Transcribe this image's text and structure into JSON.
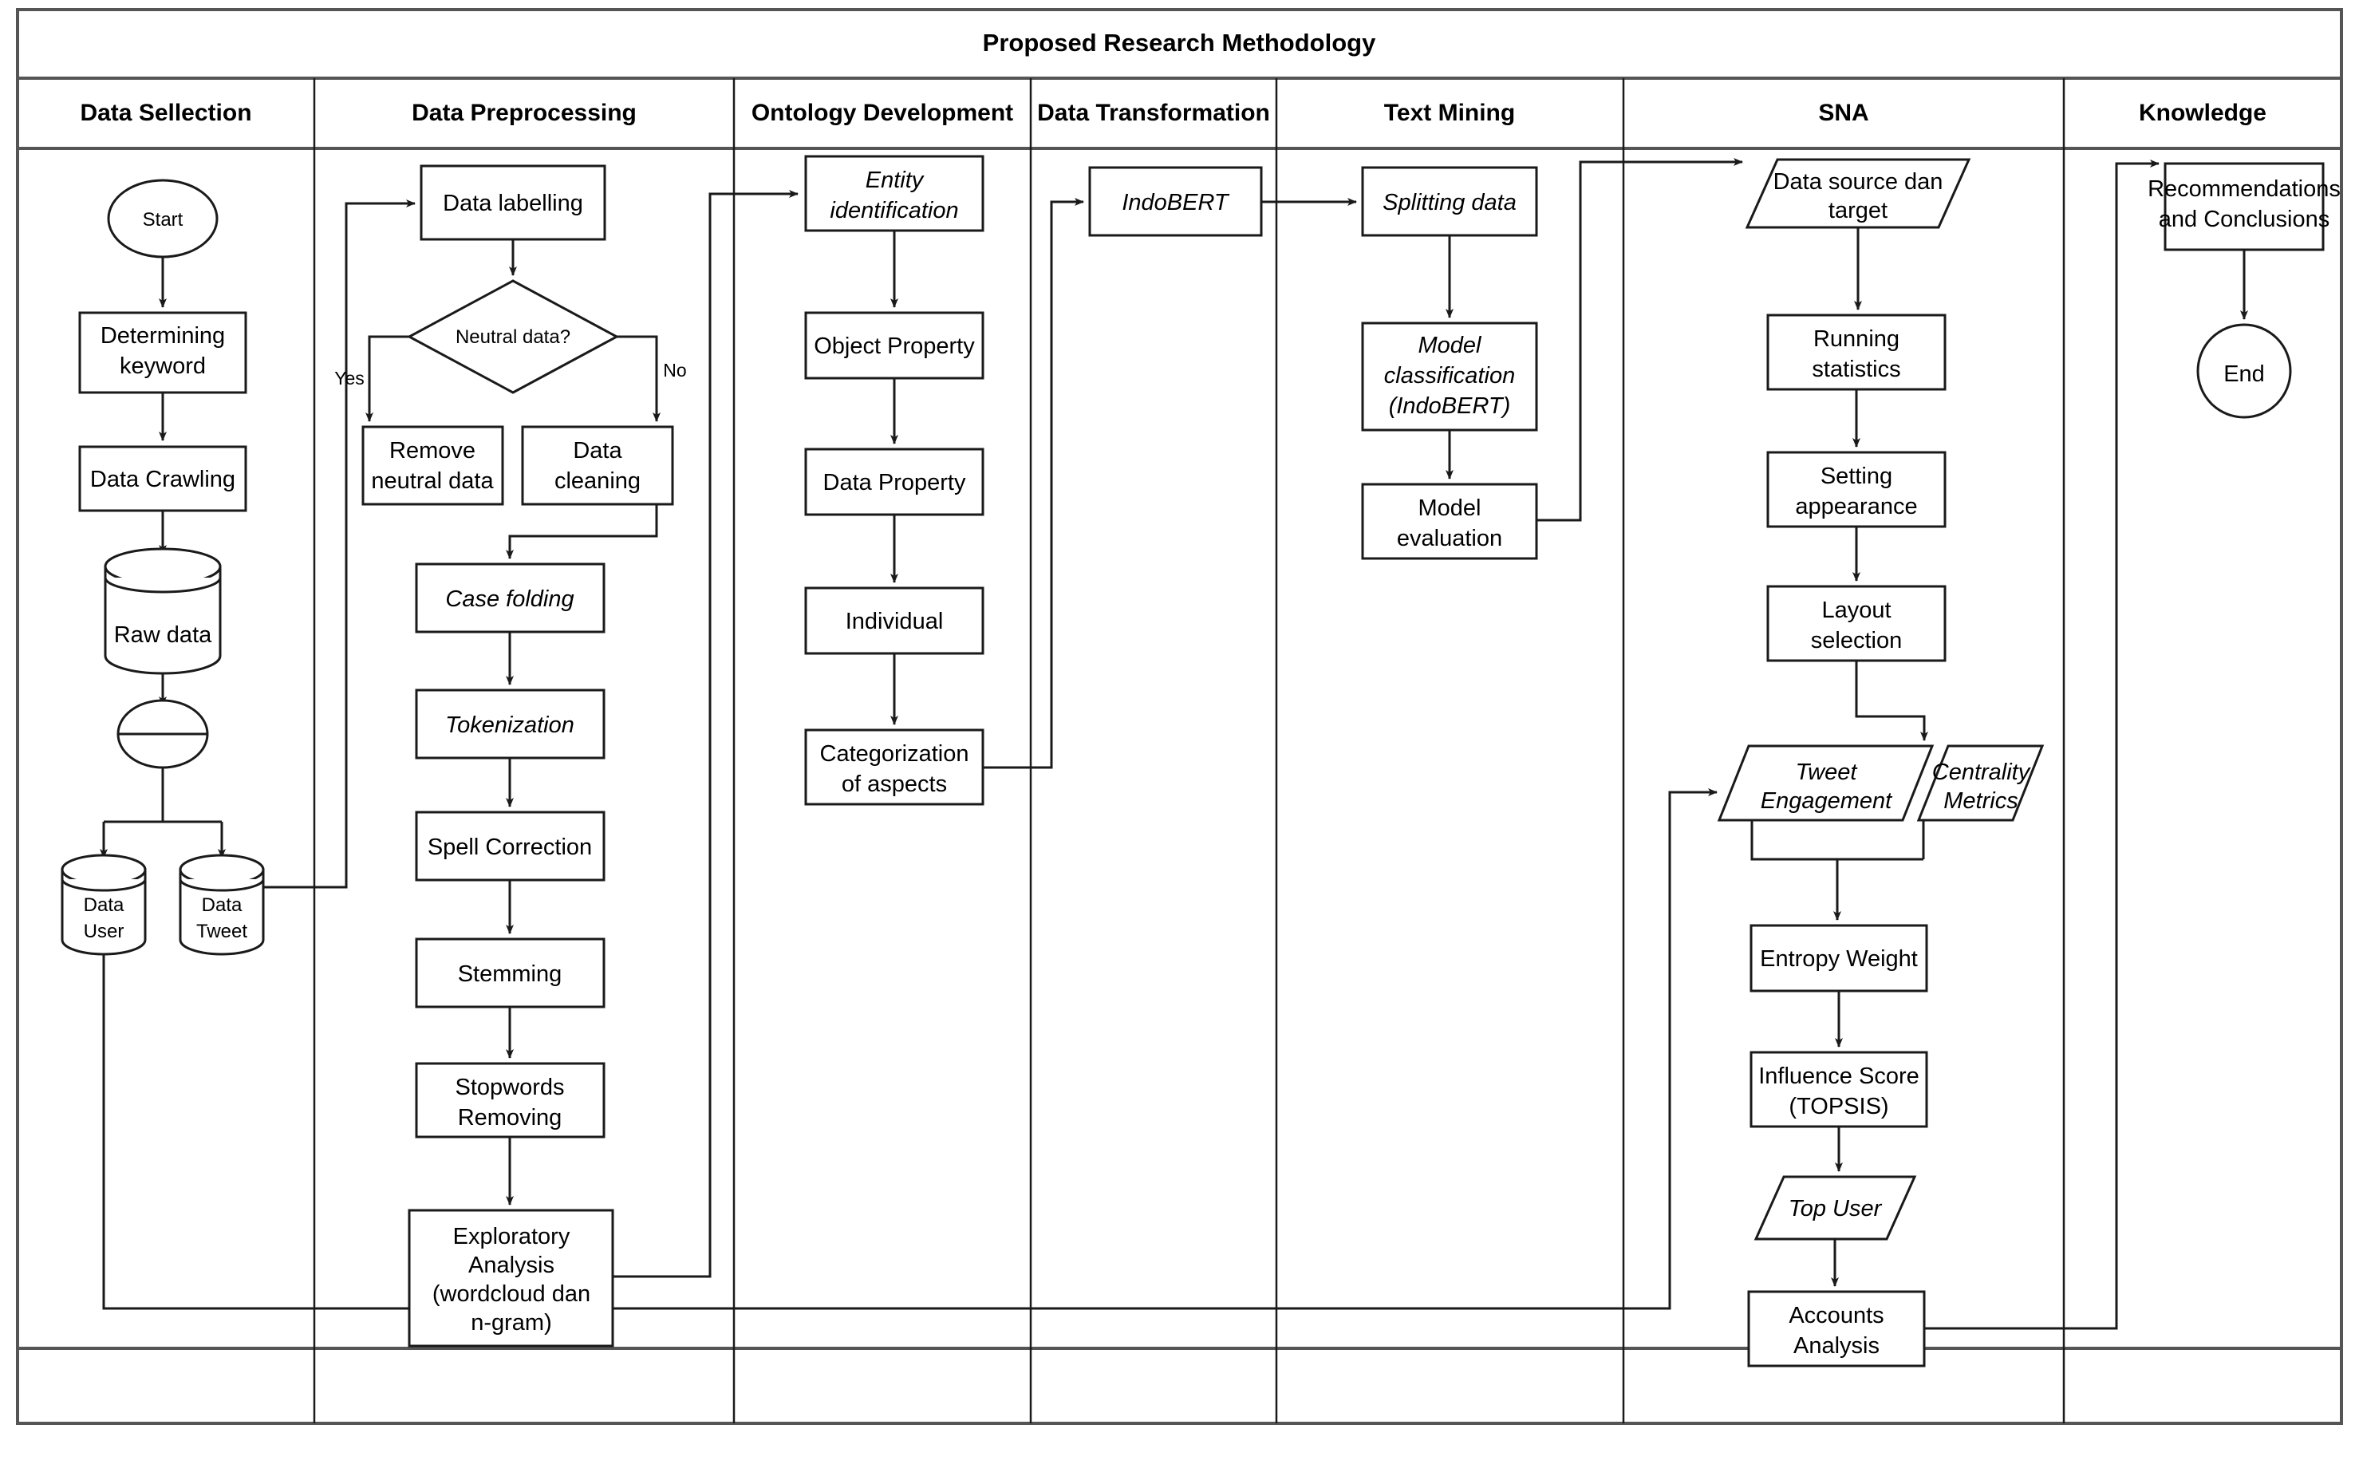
{
  "banner": {
    "title": "Proposed Research Methodology"
  },
  "lanes": [
    {
      "id": "data-sellection",
      "label": "Data Sellection"
    },
    {
      "id": "data-preprocessing",
      "label": "Data Preprocessing"
    },
    {
      "id": "ontology-development",
      "label": "Ontology Development"
    },
    {
      "id": "data-transformation",
      "label": "Data Transformation"
    },
    {
      "id": "text-mining",
      "label": "Text Mining"
    },
    {
      "id": "sna",
      "label": "SNA"
    },
    {
      "id": "knowledge",
      "label": "Knowledge"
    }
  ],
  "nodes": {
    "start": "Start",
    "determining_keyword": [
      "Determining",
      "keyword"
    ],
    "data_crawling": [
      "Data Crawling"
    ],
    "raw_data": [
      "Raw data"
    ],
    "data_user": [
      "Data",
      "User"
    ],
    "data_tweet": [
      "Data",
      "Tweet"
    ],
    "data_labelling": [
      "Data labelling"
    ],
    "neutral_data": [
      "Neutral data?"
    ],
    "yes_label": "Yes",
    "no_label": "No",
    "remove_neutral_data": [
      "Remove",
      "neutral data"
    ],
    "data_cleaning": [
      "Data",
      "cleaning"
    ],
    "case_folding": [
      "Case folding"
    ],
    "tokenization": [
      "Tokenization"
    ],
    "spell_correction": [
      "Spell Correction"
    ],
    "stemming": [
      "Stemming"
    ],
    "stopwords_removing": [
      "Stopwords",
      "Removing"
    ],
    "exploratory_analysis": [
      "Exploratory",
      "Analysis",
      "(wordcloud dan",
      "n-gram)"
    ],
    "entity_identification": [
      "Entity",
      "identification"
    ],
    "object_property": [
      "Object Property"
    ],
    "data_property": [
      "Data Property"
    ],
    "individual": [
      "Individual"
    ],
    "categorization_of_aspects": [
      "Categorization",
      "of aspects"
    ],
    "indobert": [
      "IndoBERT"
    ],
    "splitting_data": [
      "Splitting data"
    ],
    "model_classification": [
      "Model",
      "classification",
      "(IndoBERT)"
    ],
    "model_evaluation": [
      "Model",
      "evaluation"
    ],
    "data_source_dan_target": [
      "Data source dan",
      "target"
    ],
    "running_statistics": [
      "Running",
      "statistics"
    ],
    "setting_appearance": [
      "Setting",
      "appearance"
    ],
    "layout_selection": [
      "Layout",
      "selection"
    ],
    "tweet_engagement": [
      "Tweet",
      "Engagement"
    ],
    "centrality_metrics": [
      "Centrality",
      "Metrics"
    ],
    "entropy_weight": [
      "Entropy Weight"
    ],
    "influence_score": [
      "Influence Score",
      "(TOPSIS)"
    ],
    "top_user": [
      "Top User"
    ],
    "accounts_analysis": [
      "Accounts",
      "Analysis"
    ],
    "recommendations": [
      "Recommendations",
      "and Conclusions"
    ],
    "end": "End"
  },
  "colors": {
    "stroke": "#1a1a1a",
    "frame": "#555555",
    "fill": "#ffffff",
    "text": "#000000"
  }
}
